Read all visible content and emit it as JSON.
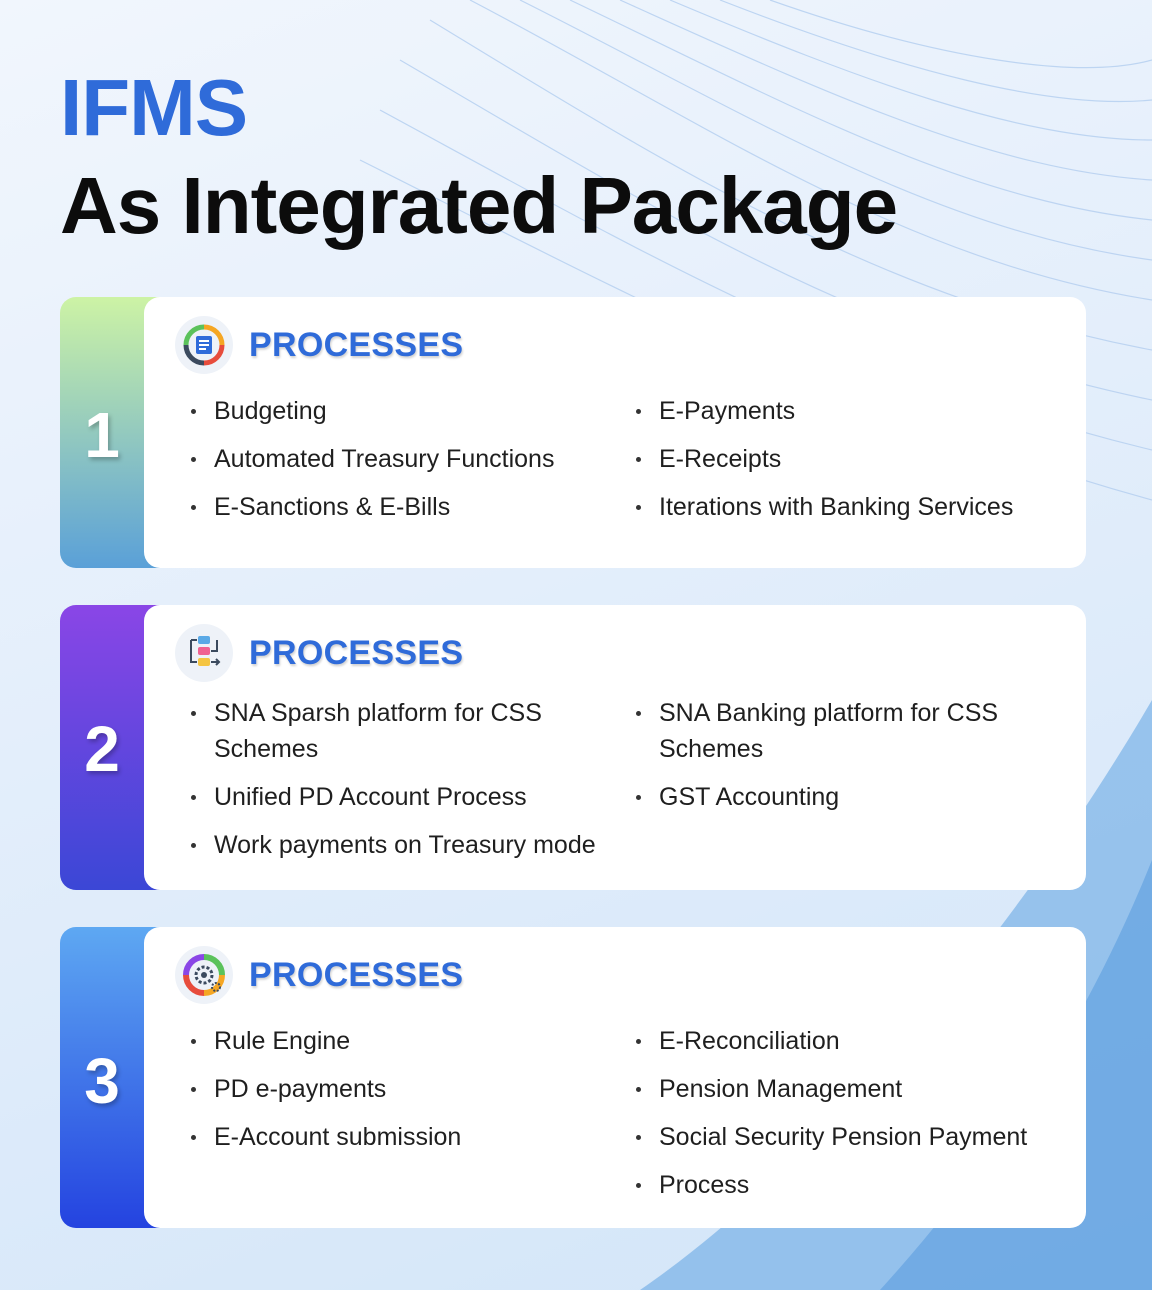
{
  "title_line1": "IFMS",
  "title_line2": "As Integrated Package",
  "sections": [
    {
      "number": "1",
      "heading": "PROCESSES",
      "icon": "cycle-document-icon",
      "left_items": [
        "Budgeting",
        "Automated Treasury Functions",
        "E-Sanctions & E-Bills"
      ],
      "right_items": [
        "E-Payments",
        "E-Receipts",
        "Iterations with Banking Services"
      ]
    },
    {
      "number": "2",
      "heading": "PROCESSES",
      "icon": "workflow-icon",
      "left_items": [
        "SNA Sparsh platform for CSS Schemes",
        "Unified PD Account Process",
        "Work payments on Treasury mode"
      ],
      "right_items": [
        "SNA Banking platform for CSS Schemes",
        "GST Accounting"
      ]
    },
    {
      "number": "3",
      "heading": "PROCESSES",
      "icon": "gears-icon",
      "left_items": [
        "Rule Engine",
        "PD e-payments",
        "E-Account submission"
      ],
      "right_items": [
        "E-Reconciliation",
        "Pension Management",
        "Social Security Pension Payment",
        "Process"
      ]
    }
  ],
  "colors": {
    "accent_blue": "#2f6bd9",
    "tab1_gradient": [
      "#cdf3a5",
      "#5aa0d8"
    ],
    "tab2_gradient": [
      "#8a46e6",
      "#3b47d6"
    ],
    "tab3_gradient": [
      "#5ea8f2",
      "#2443e0"
    ]
  }
}
